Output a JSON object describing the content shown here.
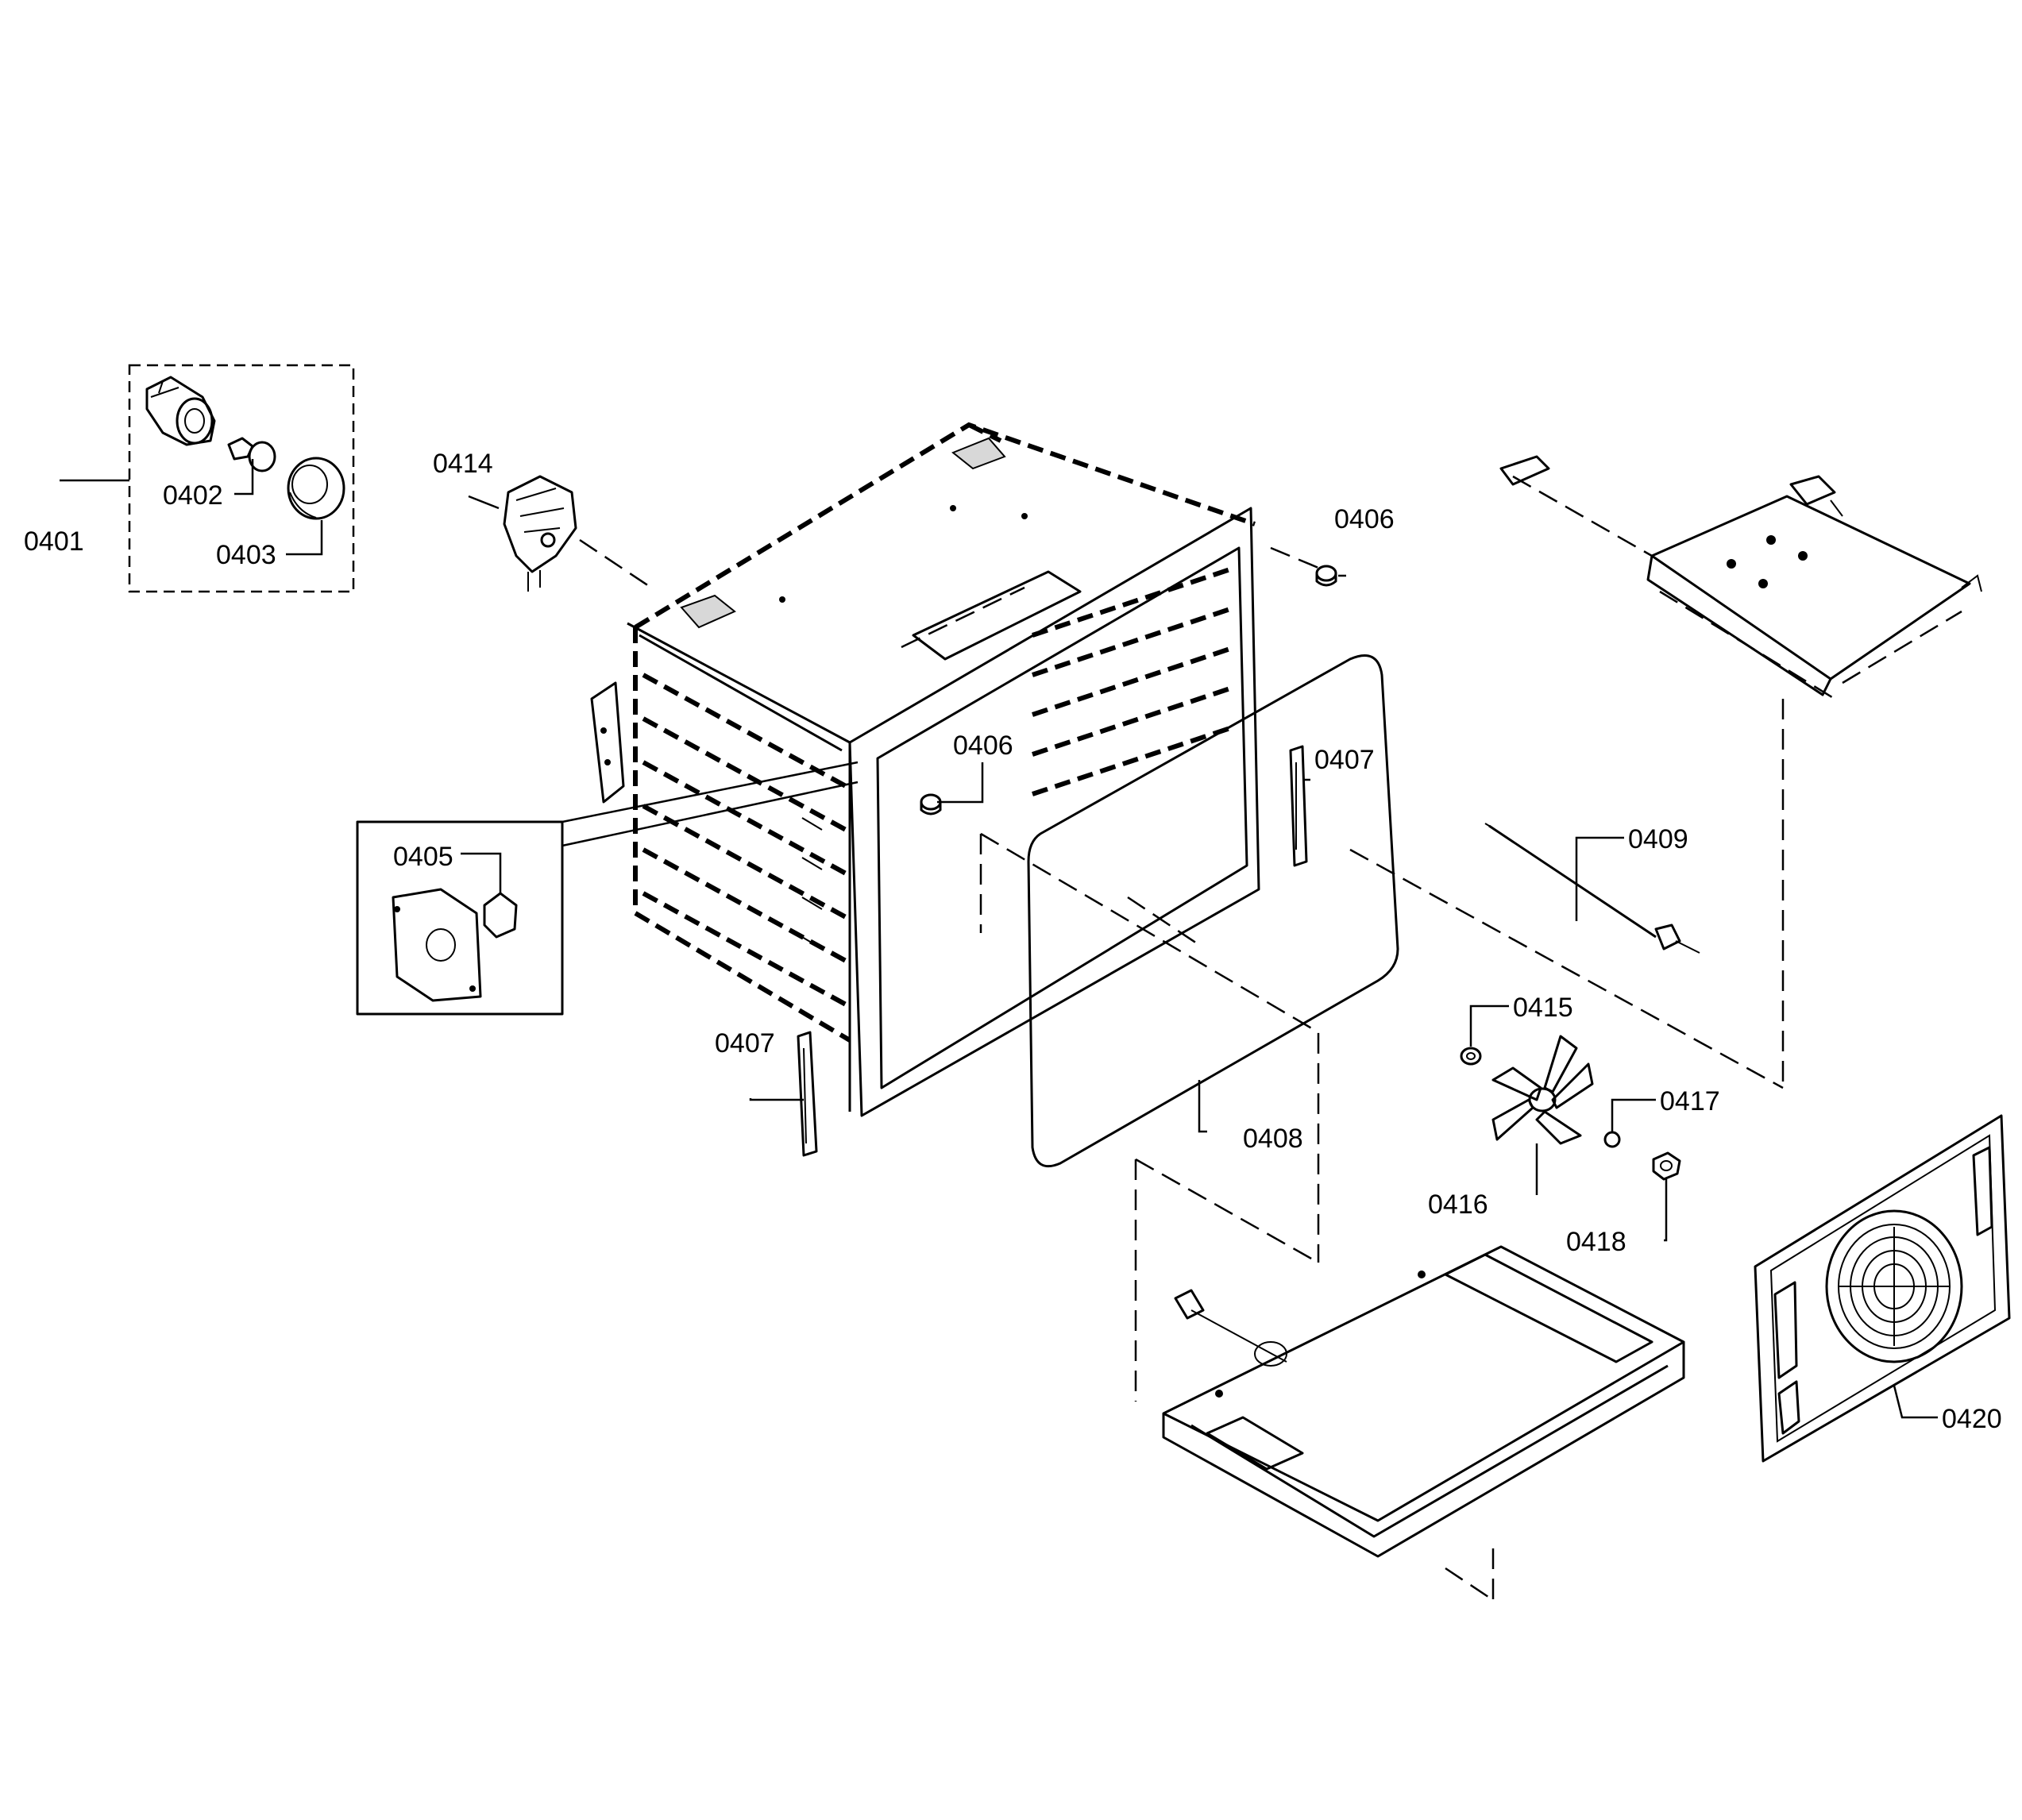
{
  "labels": {
    "p0401": "0401",
    "p0402": "0402",
    "p0403": "0403",
    "p0405": "0405",
    "p0406a": "0406",
    "p0406b": "0406",
    "p0407a": "0407",
    "p0407b": "0407",
    "p0408": "0408",
    "p0409": "0409",
    "p0414": "0414",
    "p0415": "0415",
    "p0416": "0416",
    "p0417": "0417",
    "p0418": "0418",
    "p0420": "0420"
  },
  "colors": {
    "line": "#000000",
    "background": "#ffffff",
    "shade": "#d8d8d8"
  }
}
